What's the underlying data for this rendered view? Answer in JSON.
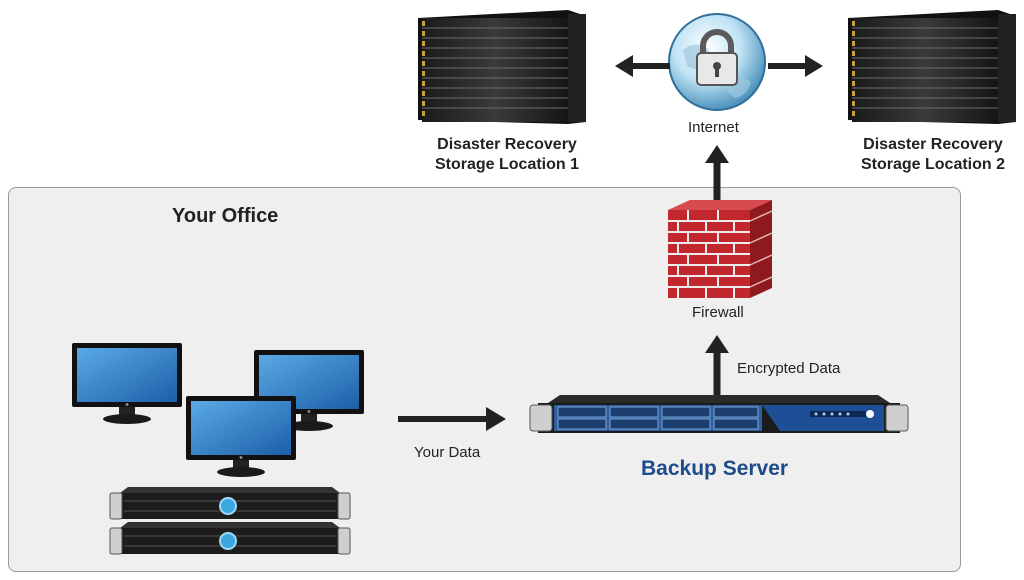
{
  "office": {
    "title": "Your Office"
  },
  "storage": {
    "location1": {
      "line1": "Disaster Recovery",
      "line2": "Storage Location 1"
    },
    "location2": {
      "line1": "Disaster Recovery",
      "line2": "Storage Location 2"
    }
  },
  "internet": {
    "label": "Internet"
  },
  "firewall": {
    "label": "Firewall"
  },
  "flows": {
    "your_data": "Your Data",
    "encrypted_data": "Encrypted Data"
  },
  "backup_server": {
    "label": "Backup Server"
  },
  "colors": {
    "backup_label": "#1e4b8a",
    "arrow": "#222222",
    "brick": "#c1272d",
    "office_bg": "#efefef"
  },
  "icons": [
    "server-rack-icon",
    "globe-lock-icon",
    "firewall-icon",
    "monitor-icon",
    "rack-server-icon",
    "backup-server-icon"
  ]
}
